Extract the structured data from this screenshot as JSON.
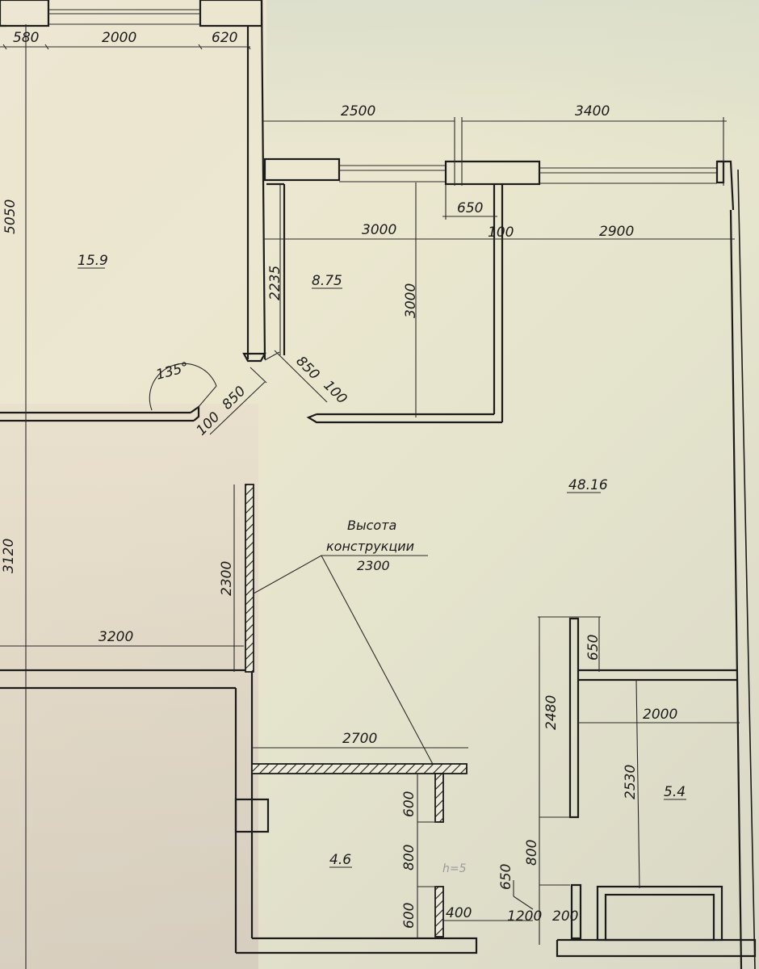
{
  "drawing": {
    "type": "apartment floor plan",
    "rooms": [
      {
        "id": "bedroom-top-left",
        "area": "15.9"
      },
      {
        "id": "room-small",
        "area": "8.75"
      },
      {
        "id": "living-main",
        "area": "48.16"
      },
      {
        "id": "bathroom",
        "area": "4.6"
      },
      {
        "id": "room-bottom-right",
        "area": "5.4"
      }
    ],
    "dimensions": {
      "top_left_1": "580",
      "top_left_2": "2000",
      "top_left_3": "620",
      "left_vertical_top": "5050",
      "top_mid_1": "2500",
      "top_mid_2": "3400",
      "opening_650_top": "650",
      "mid_3000": "3000",
      "mid_100": "100",
      "mid_2900": "2900",
      "room_2235": "2235",
      "room_3000_vertical": "3000",
      "angle": "135°",
      "diag_850_left": "850",
      "diag_100_left": "100",
      "diag_850_right": "850",
      "diag_100_right": "100",
      "left_vertical_bottom": "3120",
      "wall_2300": "2300",
      "width_3200": "3200",
      "width_2700": "2700",
      "bath_600_top": "600",
      "bath_800": "800",
      "bath_600_bottom": "600",
      "bath_400": "400",
      "right_2480": "2480",
      "right_650": "650",
      "right_2000": "2000",
      "right_2530": "2530",
      "right_800": "800",
      "leader_650": "650",
      "bottom_1200": "1200",
      "bottom_200": "200"
    },
    "note": {
      "line1": "Высота",
      "line2": "конструкции",
      "line3": "2300"
    },
    "pencil_mark": "h=5"
  }
}
